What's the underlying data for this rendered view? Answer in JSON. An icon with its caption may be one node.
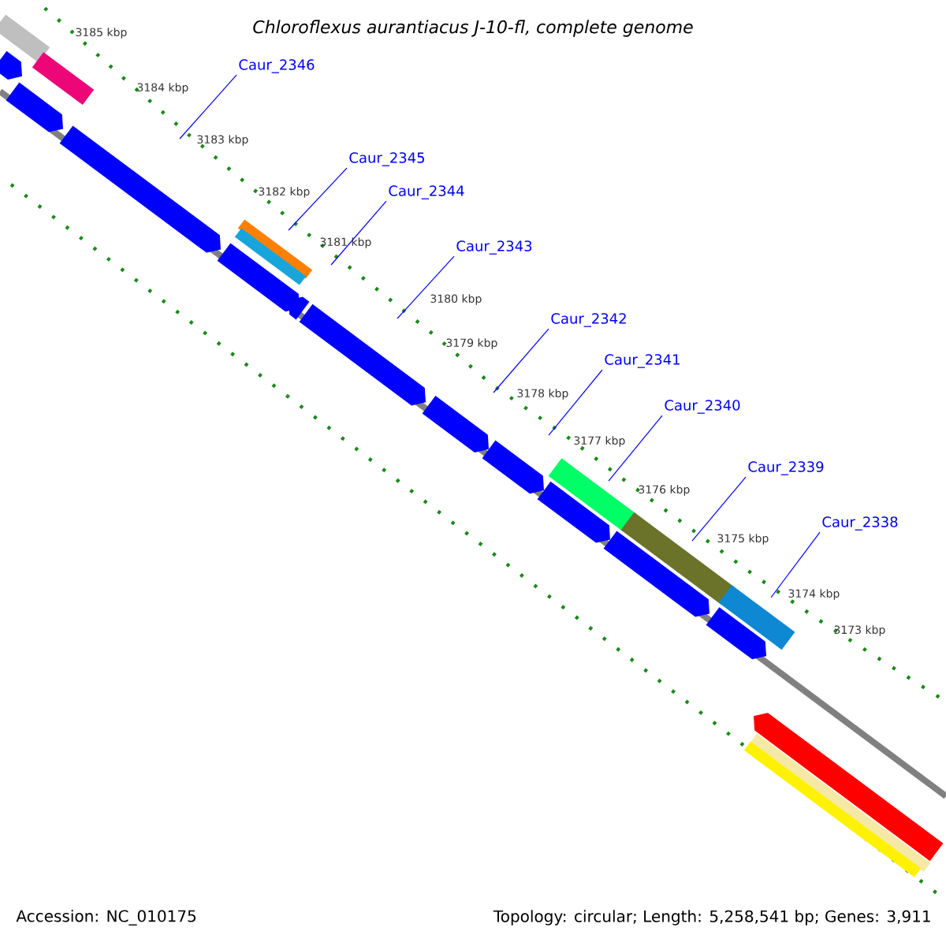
{
  "diagram": {
    "title": "Chloroflexus aurantiacus J-10-fl, complete genome",
    "nodes": [
      {
        "text": [
          "Caur_2346"
        ]
      },
      {
        "text": [
          "Caur_2345"
        ]
      },
      {
        "text": [
          "Caur_2344"
        ]
      },
      {
        "text": [
          "Caur_2343"
        ]
      },
      {
        "text": [
          "Caur_2342"
        ]
      },
      {
        "text": [
          "Caur_2341"
        ]
      },
      {
        "text": [
          "Caur_2340"
        ]
      },
      {
        "text": [
          "Caur_2339"
        ]
      },
      {
        "text": [
          "Caur_2338"
        ]
      }
    ],
    "edges": [
      {
        "from": 0,
        "to": null,
        "arrow": "none"
      },
      {
        "from": 1,
        "to": null,
        "arrow": "none"
      },
      {
        "from": 2,
        "to": null,
        "arrow": "none"
      },
      {
        "from": 3,
        "to": null,
        "arrow": "none"
      },
      {
        "from": 4,
        "to": null,
        "arrow": "none"
      },
      {
        "from": 5,
        "to": null,
        "arrow": "none"
      },
      {
        "from": 6,
        "to": null,
        "arrow": "none"
      },
      {
        "from": 7,
        "to": null,
        "arrow": "none"
      },
      {
        "from": 8,
        "to": null,
        "arrow": "none"
      }
    ],
    "labels": [
      "3185 kbp",
      "3184 kbp",
      "3183 kbp",
      "3182 kbp",
      "3181 kbp",
      "3180 kbp",
      "3179 kbp",
      "3178 kbp",
      "3177 kbp",
      "3176 kbp",
      "3175 kbp",
      "3174 kbp",
      "3173 kbp",
      "Accession: NC_010175",
      "Topology: circular; Length: 5,258,541 bp; Genes: 3,911"
    ]
  }
}
